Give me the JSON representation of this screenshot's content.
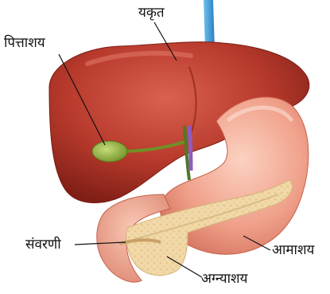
{
  "labels": {
    "liver": "यकृत",
    "gallbladder": "पित्ताशय",
    "sphincter": "संवरणी",
    "stomach": "आमाशय",
    "pancreas": "अग्न्याशय"
  },
  "colors": {
    "liver": "#b83a2c",
    "gallbladder": "#86a83a",
    "stomach": "#f0a08a",
    "pancreas": "#f1d9a8",
    "vessel": "#3a9ad6",
    "duct": "#8d5cc0"
  }
}
